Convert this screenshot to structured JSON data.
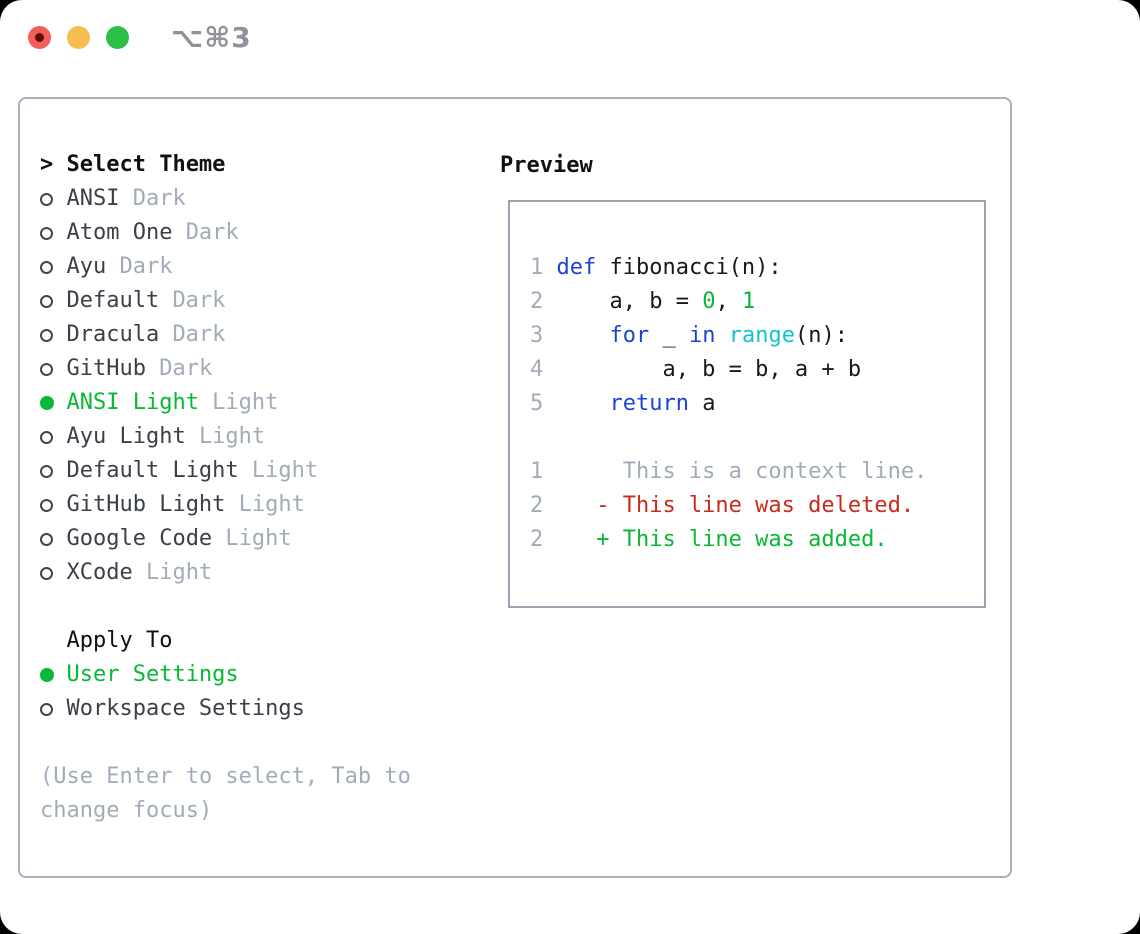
{
  "window": {
    "shortcut_label": "⌥⌘3",
    "traffic_lights": [
      "close",
      "minimize",
      "zoom"
    ]
  },
  "theme_panel": {
    "header": {
      "marker": ">",
      "label": "Select Theme"
    },
    "items": [
      {
        "name": "ANSI",
        "variant": "Dark",
        "selected": false
      },
      {
        "name": "Atom One",
        "variant": "Dark",
        "selected": false
      },
      {
        "name": "Ayu",
        "variant": "Dark",
        "selected": false
      },
      {
        "name": "Default",
        "variant": "Dark",
        "selected": false
      },
      {
        "name": "Dracula",
        "variant": "Dark",
        "selected": false
      },
      {
        "name": "GitHub",
        "variant": "Dark",
        "selected": false
      },
      {
        "name": "ANSI Light",
        "variant": "Light",
        "selected": true
      },
      {
        "name": "Ayu Light",
        "variant": "Light",
        "selected": false
      },
      {
        "name": "Default Light",
        "variant": "Light",
        "selected": false
      },
      {
        "name": "GitHub Light",
        "variant": "Light",
        "selected": false
      },
      {
        "name": "Google Code",
        "variant": "Light",
        "selected": false
      },
      {
        "name": "XCode",
        "variant": "Light",
        "selected": false
      }
    ],
    "apply_to": {
      "label": "Apply To",
      "options": [
        {
          "name": "User Settings",
          "selected": true
        },
        {
          "name": "Workspace Settings",
          "selected": false
        }
      ]
    },
    "help_lines": [
      "(Use Enter to select, Tab to",
      "change focus)"
    ]
  },
  "preview": {
    "label": "Preview",
    "code_lines": [
      {
        "num": "1",
        "tokens": [
          {
            "t": "def",
            "c": "kw"
          },
          {
            "t": " fibonacci(n):",
            "c": "fg"
          }
        ]
      },
      {
        "num": "2",
        "tokens": [
          {
            "t": "    a, b = ",
            "c": "fg"
          },
          {
            "t": "0",
            "c": "num"
          },
          {
            "t": ", ",
            "c": "fg"
          },
          {
            "t": "1",
            "c": "num"
          }
        ]
      },
      {
        "num": "3",
        "tokens": [
          {
            "t": "    ",
            "c": "fg"
          },
          {
            "t": "for",
            "c": "kw"
          },
          {
            "t": " _ ",
            "c": "fg"
          },
          {
            "t": "in",
            "c": "kw"
          },
          {
            "t": " ",
            "c": "fg"
          },
          {
            "t": "range",
            "c": "builtin"
          },
          {
            "t": "(n):",
            "c": "fg"
          }
        ]
      },
      {
        "num": "4",
        "tokens": [
          {
            "t": "        a, b = b, a + b",
            "c": "fg"
          }
        ]
      },
      {
        "num": "5",
        "tokens": [
          {
            "t": "    ",
            "c": "fg"
          },
          {
            "t": "return",
            "c": "kw"
          },
          {
            "t": " a",
            "c": "fg"
          }
        ]
      },
      {
        "num": "",
        "tokens": []
      },
      {
        "num": "1",
        "tokens": [
          {
            "t": "     This is a context line.",
            "c": "ctx"
          }
        ]
      },
      {
        "num": "2",
        "tokens": [
          {
            "t": "   - This line was deleted.",
            "c": "del"
          }
        ]
      },
      {
        "num": "2",
        "tokens": [
          {
            "t": "   + This line was added.",
            "c": "add"
          }
        ]
      }
    ]
  },
  "colors": {
    "selection_green": "#09b834",
    "keyword_blue": "#1b44d6",
    "builtin_cyan": "#12c3d2",
    "deleted_red": "#c62b1d",
    "muted_gray": "#a2acb8",
    "text_dark": "#3a3f48",
    "panel_border": "#abb1bc",
    "traffic_red": "#f35f58",
    "traffic_yellow": "#f6be50",
    "traffic_green": "#2ebf48"
  }
}
